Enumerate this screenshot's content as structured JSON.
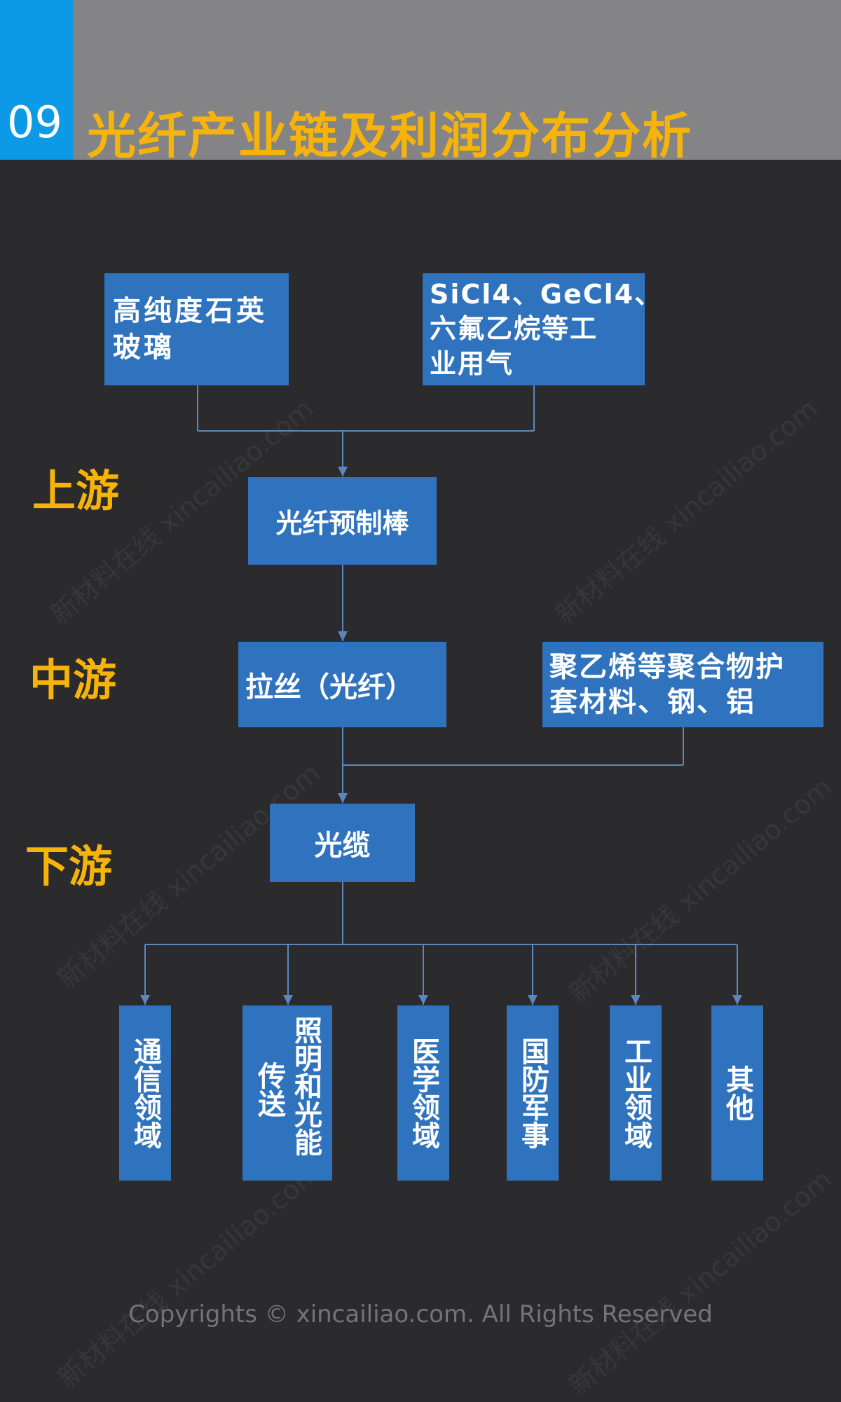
{
  "header": {
    "section_number": "09",
    "title": "光纤产业链及利润分布分析"
  },
  "stages": {
    "upstream": "上游",
    "midstream": "中游",
    "downstream": "下游"
  },
  "nodes": {
    "quartz_glass": [
      "高纯度石英",
      "玻璃"
    ],
    "industrial_gas": [
      "SiCl4、GeCl4、",
      "六氟乙烷等工",
      "业用气"
    ],
    "preform": "光纤预制棒",
    "drawing": "拉丝（光纤）",
    "sheath_materials": [
      "聚乙烯等聚合物护",
      "套材料、钢、铝"
    ],
    "cable": "光缆"
  },
  "applications": [
    {
      "columns": [
        "通信领域"
      ]
    },
    {
      "columns": [
        "照明和光能",
        "传送"
      ]
    },
    {
      "columns": [
        "医学领域"
      ]
    },
    {
      "columns": [
        "国防军事"
      ]
    },
    {
      "columns": [
        "工业领域"
      ]
    },
    {
      "columns": [
        "其他"
      ]
    }
  ],
  "watermark_text": "新材料在线 xincailiao.com",
  "footer": "Copyrights © xincailiao.com. All Rights Reserved",
  "colors": {
    "background": "#2b2a2c",
    "header_band": "#848386",
    "number_block": "#0c9ae6",
    "title": "#f6b40b",
    "box_fill": "#2f72bd",
    "connector": "#5c87b8"
  }
}
